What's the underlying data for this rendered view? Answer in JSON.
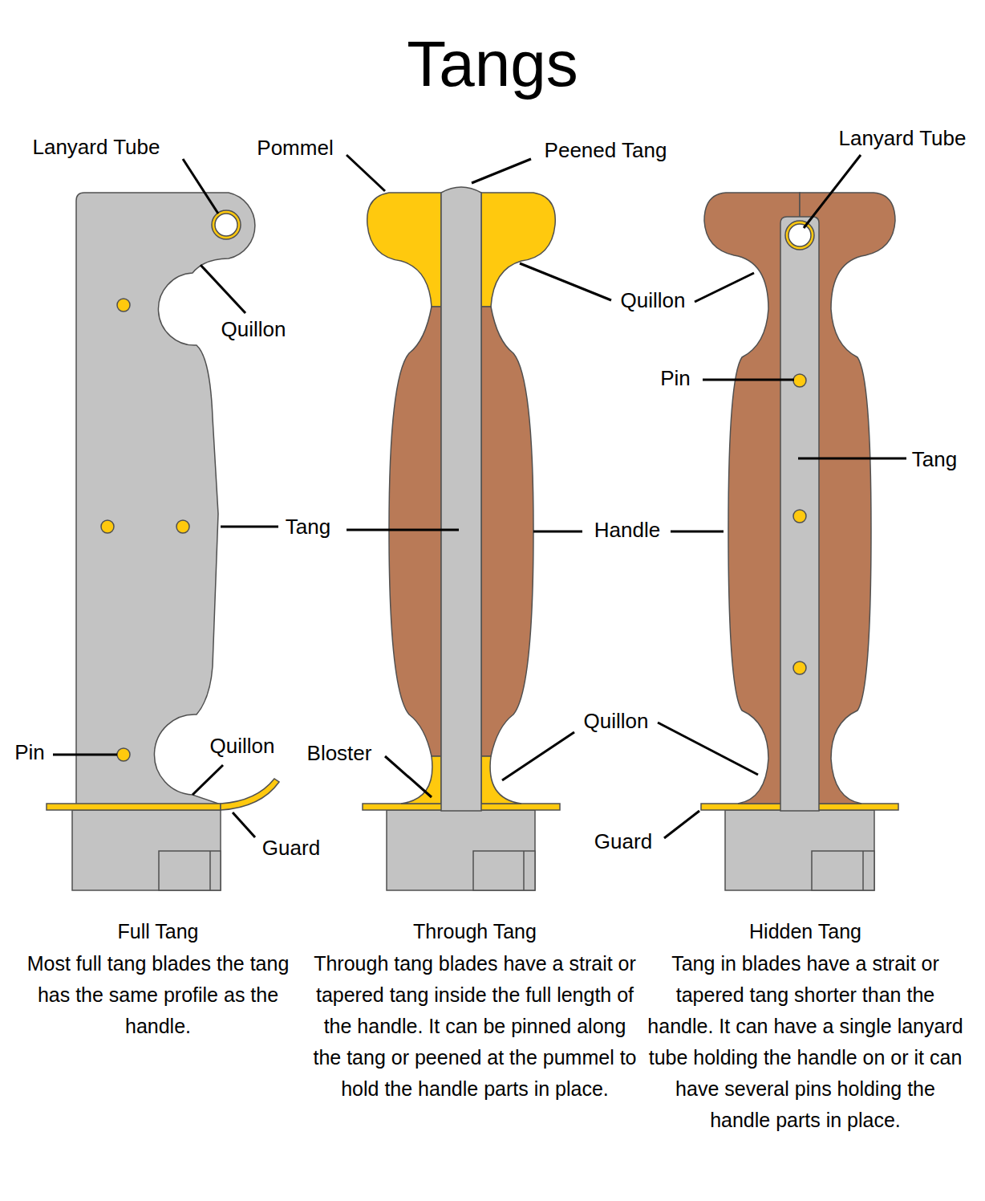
{
  "diagram": {
    "title": "Tangs",
    "labels": [
      "Lanyard Tube",
      "Pommel",
      "Peened Tang",
      "Lanyard Tube",
      "Quillon",
      "Quillon",
      "Pin",
      "Tang",
      "Tang",
      "Handle",
      "Quillon",
      "Quillon",
      "Pin",
      "Bloster",
      "Guard",
      "Guard",
      "Full Tang",
      "Most full tang blades the tang has the same profile as the handle.",
      "Through Tang",
      "Through tang blades have a strait or tapered tang inside the full length of the handle. It can be pinned along the tang or peened at the pummel to hold the handle parts in place.",
      "Hidden Tang",
      "Tang in blades have a strait or tapered tang shorter than the handle. It can have a single lanyard tube holding the handle on or it can have several pins holding the handle parts in place."
    ]
  }
}
